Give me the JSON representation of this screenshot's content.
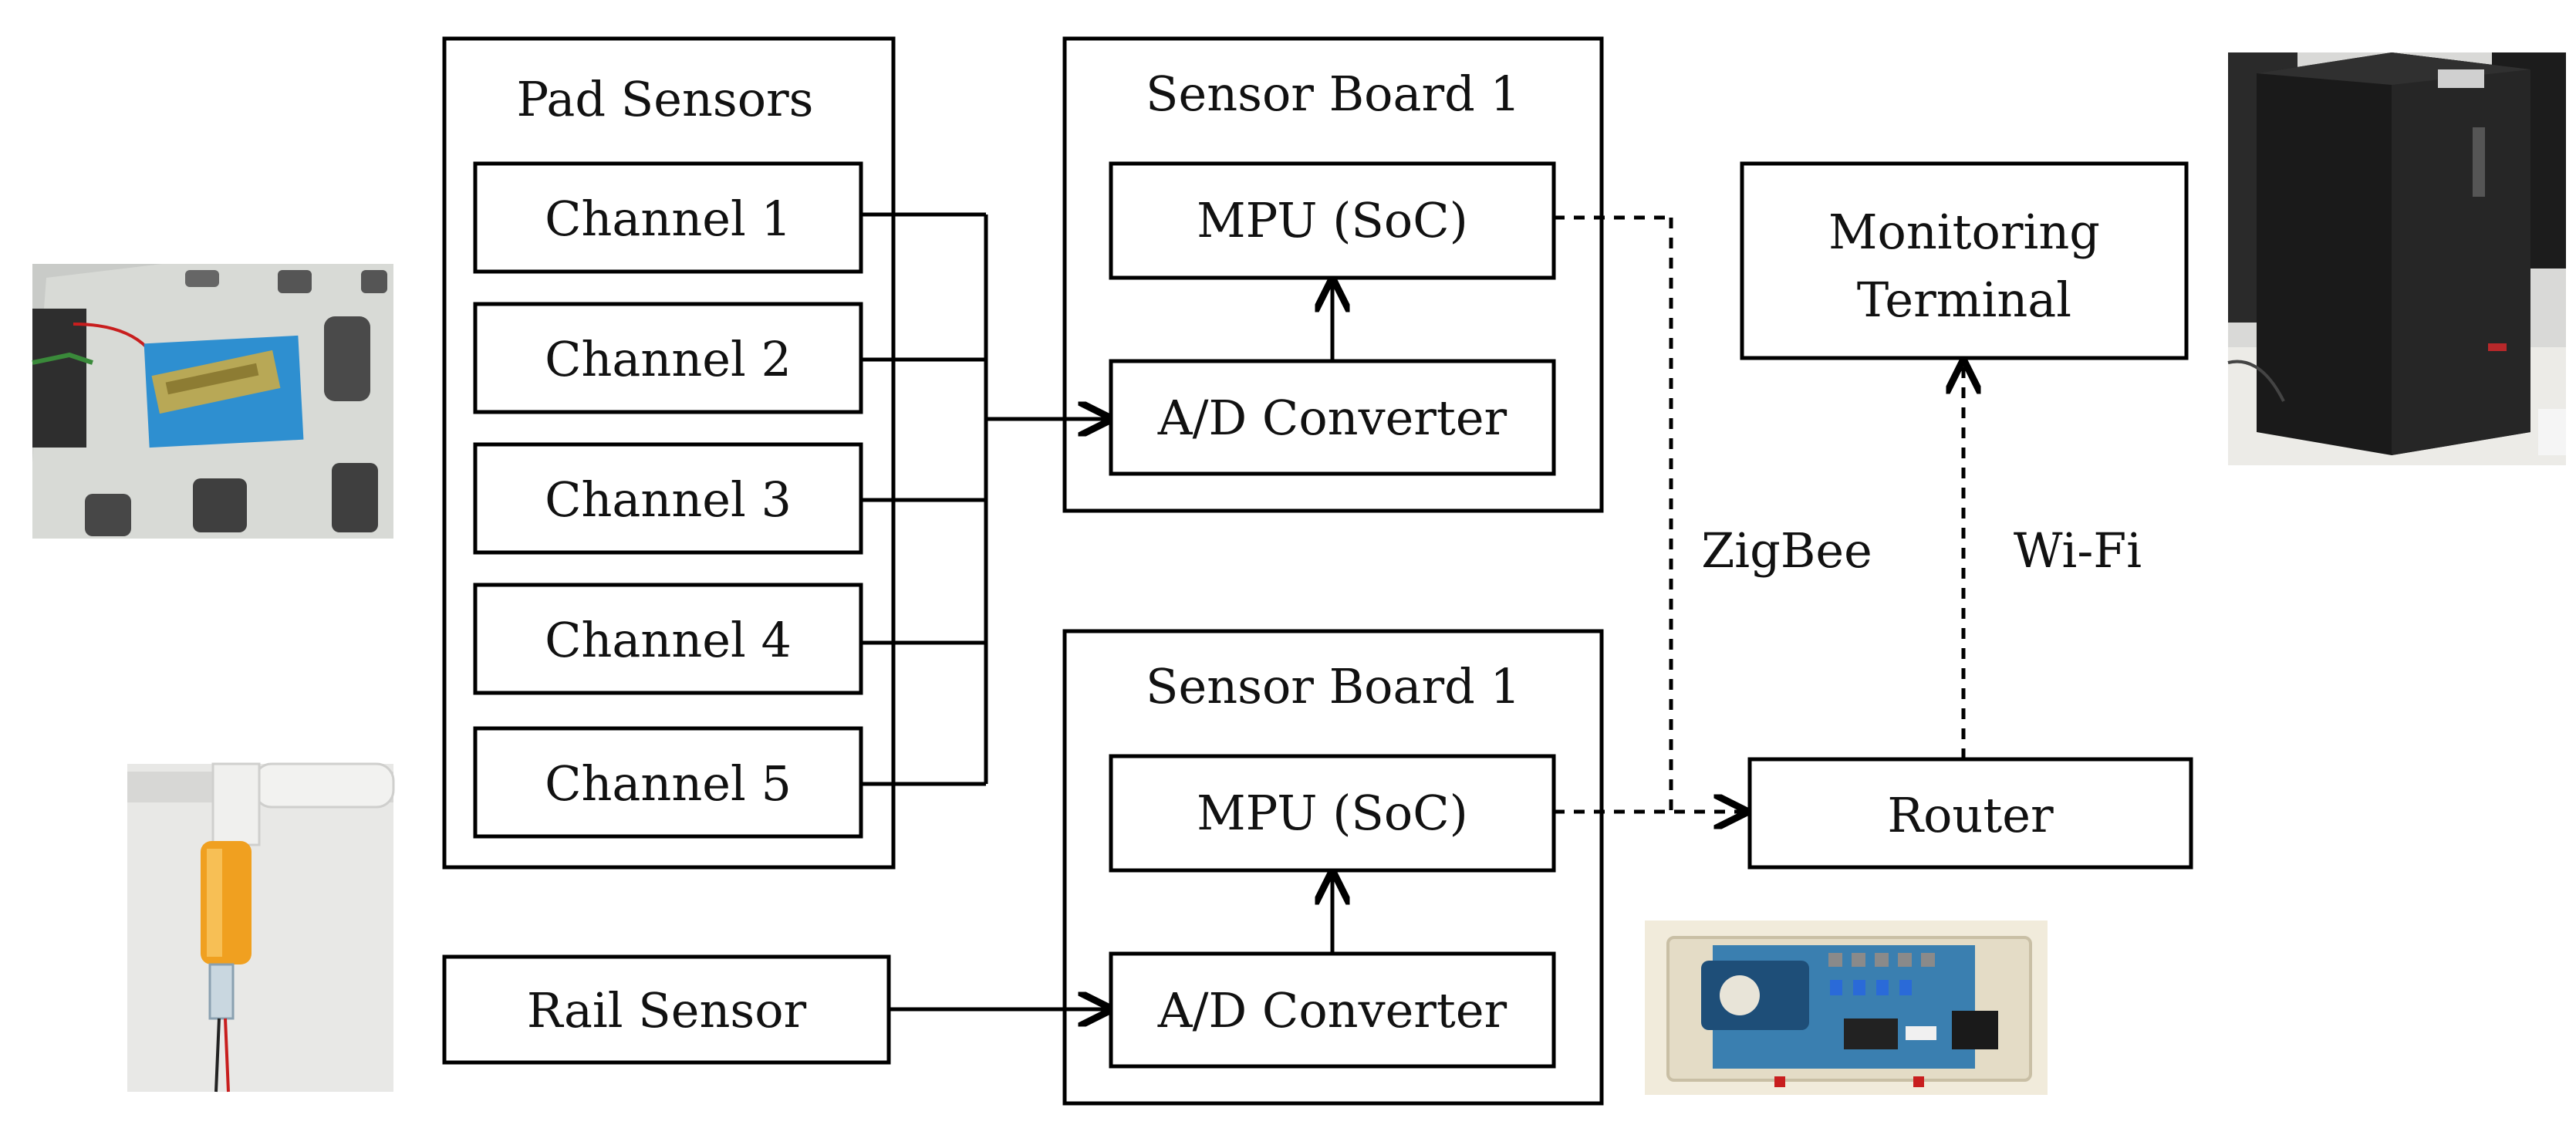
{
  "pad_sensors": {
    "title": "Pad Sensors",
    "channels": [
      "Channel 1",
      "Channel 2",
      "Channel 3",
      "Channel 4",
      "Channel 5"
    ]
  },
  "rail_sensor": {
    "label": "Rail Sensor"
  },
  "sensor_board_top": {
    "title": "Sensor Board 1",
    "mpu": "MPU (SoC)",
    "adc": "A/D Converter"
  },
  "sensor_board_bottom": {
    "title": "Sensor Board 1",
    "mpu": "MPU (SoC)",
    "adc": "A/D Converter"
  },
  "monitoring_terminal": {
    "line1": "Monitoring",
    "line2": "Terminal"
  },
  "router": {
    "label": "Router"
  },
  "links": {
    "zigbee": "ZigBee",
    "wifi": "Wi-Fi"
  },
  "photos": {
    "pad_sensor_photo": "photo",
    "rail_sensor_photo": "photo",
    "sensor_board_photo": "photo",
    "pc_photo": "photo"
  }
}
